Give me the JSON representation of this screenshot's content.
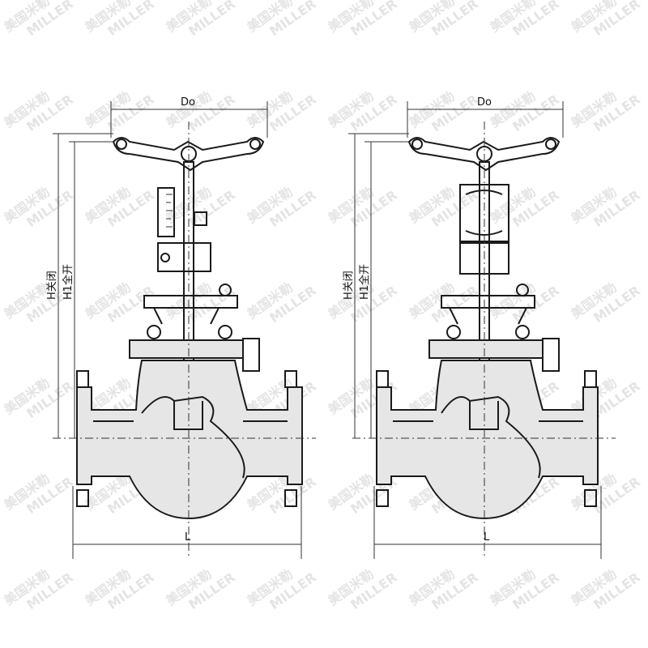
{
  "labels": {
    "left_width_dim": "Do",
    "right_width_dim": "Do",
    "left_length_dim": "L",
    "right_length_dim": "L",
    "left_h_closed": "H关闭",
    "left_h1_open": "H1全开",
    "right_h_closed": "H关闭",
    "right_h1_open": "H1全开"
  },
  "watermark": {
    "cn": "美国米勒",
    "en": "MILLER"
  },
  "colors": {
    "line": "#1a1a1a",
    "body_fill": "#e6e6e6",
    "watermark": "#d9d9d9"
  }
}
